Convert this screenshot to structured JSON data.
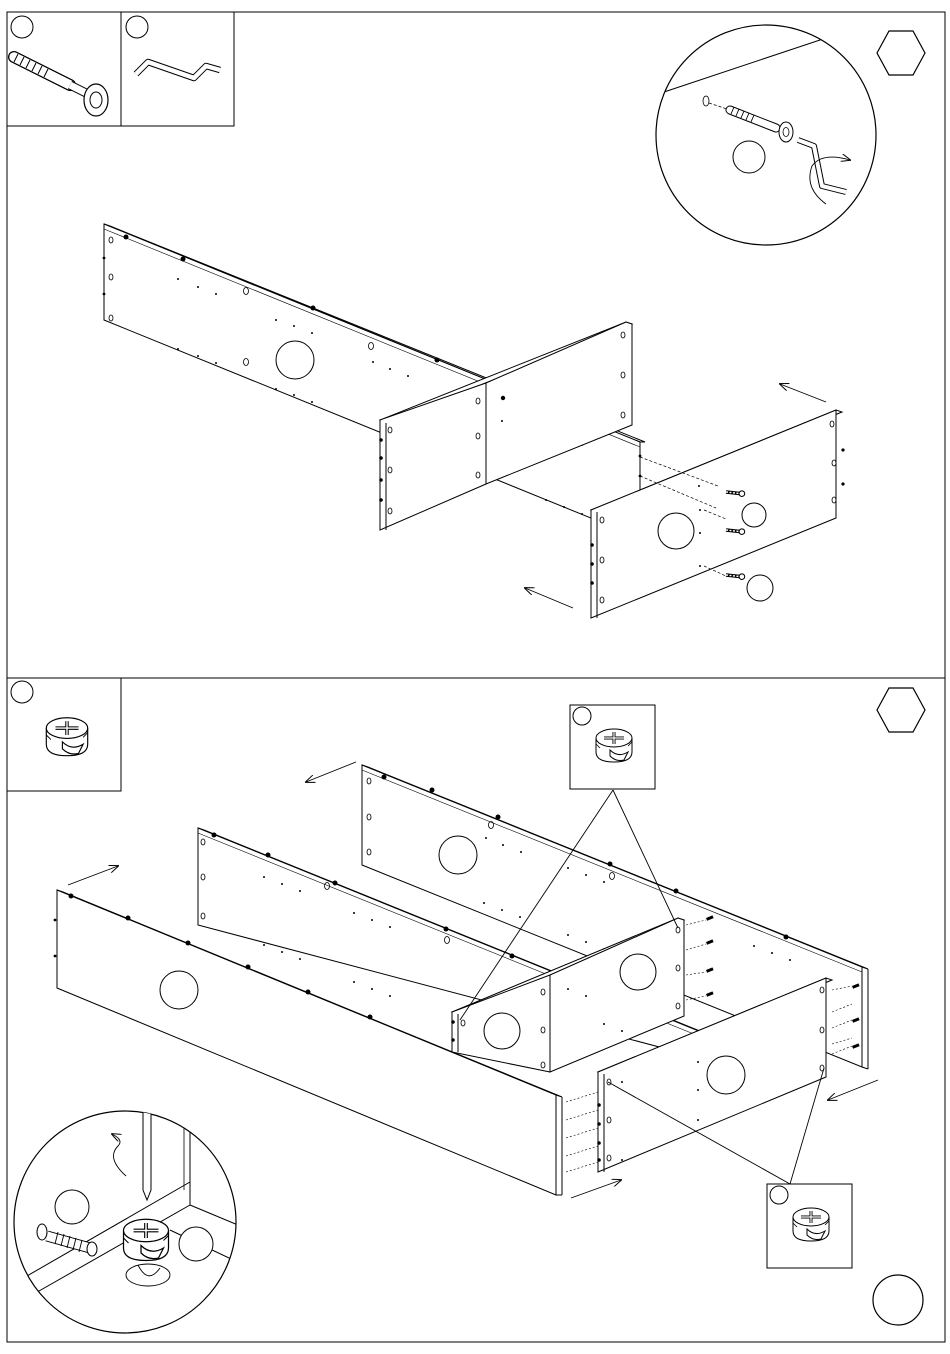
{
  "page": {
    "type": "assembly-instructions",
    "colors": {
      "ink": "#000000",
      "paper": "#ffffff"
    }
  },
  "steps": [
    {
      "id": "step-1",
      "step_marker_icon": "hexagon-icon",
      "step_number": "",
      "parts": [
        {
          "id": "part-a",
          "icon": "cam-bolt-icon",
          "label": ""
        },
        {
          "id": "part-b",
          "icon": "allen-key-icon",
          "label": ""
        }
      ],
      "detail": {
        "icon": "bolt-insertion-detail",
        "callout": ""
      },
      "bolt_callouts": [
        "",
        ""
      ]
    },
    {
      "id": "step-2",
      "step_marker_icon": "hexagon-icon",
      "step_number": "",
      "parts": [
        {
          "id": "part-c",
          "icon": "cam-lock-icon",
          "label": ""
        }
      ],
      "callout_boxes": [
        {
          "icon": "cam-lock-icon",
          "label": ""
        },
        {
          "icon": "cam-lock-icon",
          "label": ""
        }
      ],
      "detail": {
        "icon": "cam-lock-tightening-detail",
        "callouts": [
          "",
          ""
        ]
      },
      "page_number": ""
    }
  ]
}
